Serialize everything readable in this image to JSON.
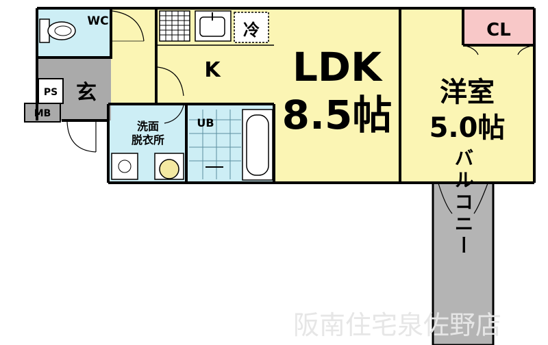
{
  "rooms": {
    "wc": "WC",
    "genkan": "玄",
    "ps": "PS",
    "mb": "MB",
    "kitchen": "K",
    "refrigerator": "冷",
    "washroom_line1": "洗面",
    "washroom_line2": "脱衣所",
    "unit_bath": "UB",
    "ldk_line1": "LDK",
    "ldk_line2": "8.5帖",
    "western_line1": "洋室",
    "western_line2": "5.0帖",
    "closet": "CL",
    "balcony": "バルコニー"
  },
  "watermark": "阪南住宅泉佐野店",
  "colors": {
    "wall": "#000000",
    "living": "#fbf5b4",
    "wet_area": "#cdeef5",
    "entrance": "#aaaaaa",
    "closet": "#f8c8c8",
    "balcony": "#b4b4b4"
  }
}
